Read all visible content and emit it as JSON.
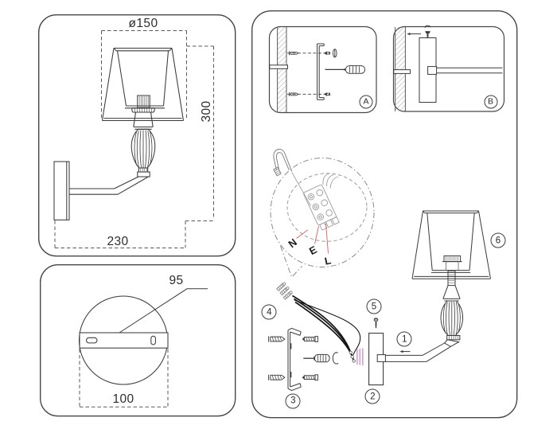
{
  "dimensions_side": {
    "diameter": "ø150",
    "height": "300",
    "depth": "230"
  },
  "dimensions_plate": {
    "spacing": "95",
    "width": "100"
  },
  "steps": {
    "a": "A",
    "b": "B"
  },
  "wires": {
    "neutral": "N",
    "earth": "E",
    "live": "L"
  },
  "parts": {
    "n1": "1",
    "n2": "2",
    "n3": "3",
    "n4": "4",
    "n5": "5",
    "n6": "6"
  },
  "colors": {
    "line": "#3a3a3a",
    "dashed": "#5a5a5a",
    "light": "#999999",
    "red_leader": "#e05c5c",
    "wire": "#161616",
    "coil": "#cfa7cf"
  }
}
